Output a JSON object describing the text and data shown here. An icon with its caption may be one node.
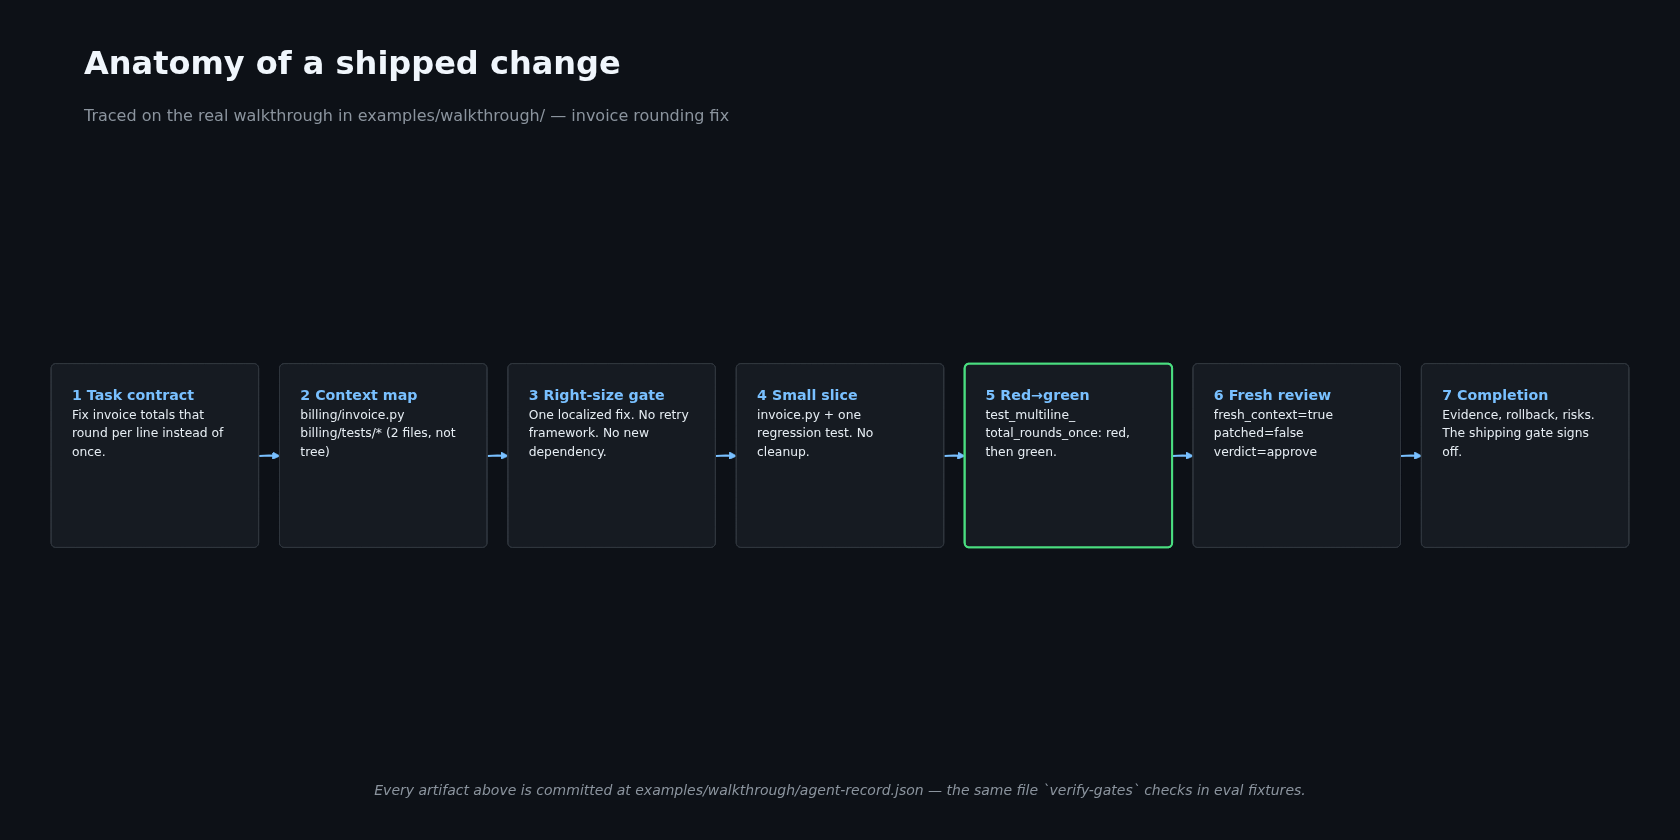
{
  "diagram": {
    "title": "Anatomy of a shipped change",
    "caption": "Every artifact above is committed at examples/walkthrough/agent-record.json — the same file `verify-gates` checks in eval fixtures.",
    "nodes": [
      {
        "text": [
          "1 Task contract",
          "Fix invoice totals that round per line instead of once."
        ]
      },
      {
        "text": [
          "2 Context map",
          "billing/invoice.py billing/tests/* (2 files, not tree)"
        ]
      },
      {
        "text": [
          "3 Right-size gate",
          "One localized fix. No retry framework. No new dependency."
        ]
      },
      {
        "text": [
          "4 Small slice",
          "invoice.py + one regression test. No cleanup."
        ]
      },
      {
        "text": [
          "5 Red→green",
          "test_multiline_ total_rounds_once: red, then green."
        ]
      },
      {
        "text": [
          "6 Fresh review",
          "fresh_context=true patched=false verdict=approve"
        ]
      },
      {
        "text": [
          "7 Completion",
          "Evidence, rollback, risks. The shipping gate signs off."
        ]
      }
    ],
    "edges": [
      {
        "from": 0,
        "to": 1,
        "arrow": "to"
      },
      {
        "from": 1,
        "to": 2,
        "arrow": "to"
      },
      {
        "from": 2,
        "to": 3,
        "arrow": "to"
      },
      {
        "from": 3,
        "to": 4,
        "arrow": "to"
      },
      {
        "from": 4,
        "to": 5,
        "arrow": "to"
      },
      {
        "from": 5,
        "to": 6,
        "arrow": "to"
      }
    ],
    "labels": [
      "Traced on the real walkthrough in examples/walkthrough/ — invoice rounding fix"
    ]
  }
}
